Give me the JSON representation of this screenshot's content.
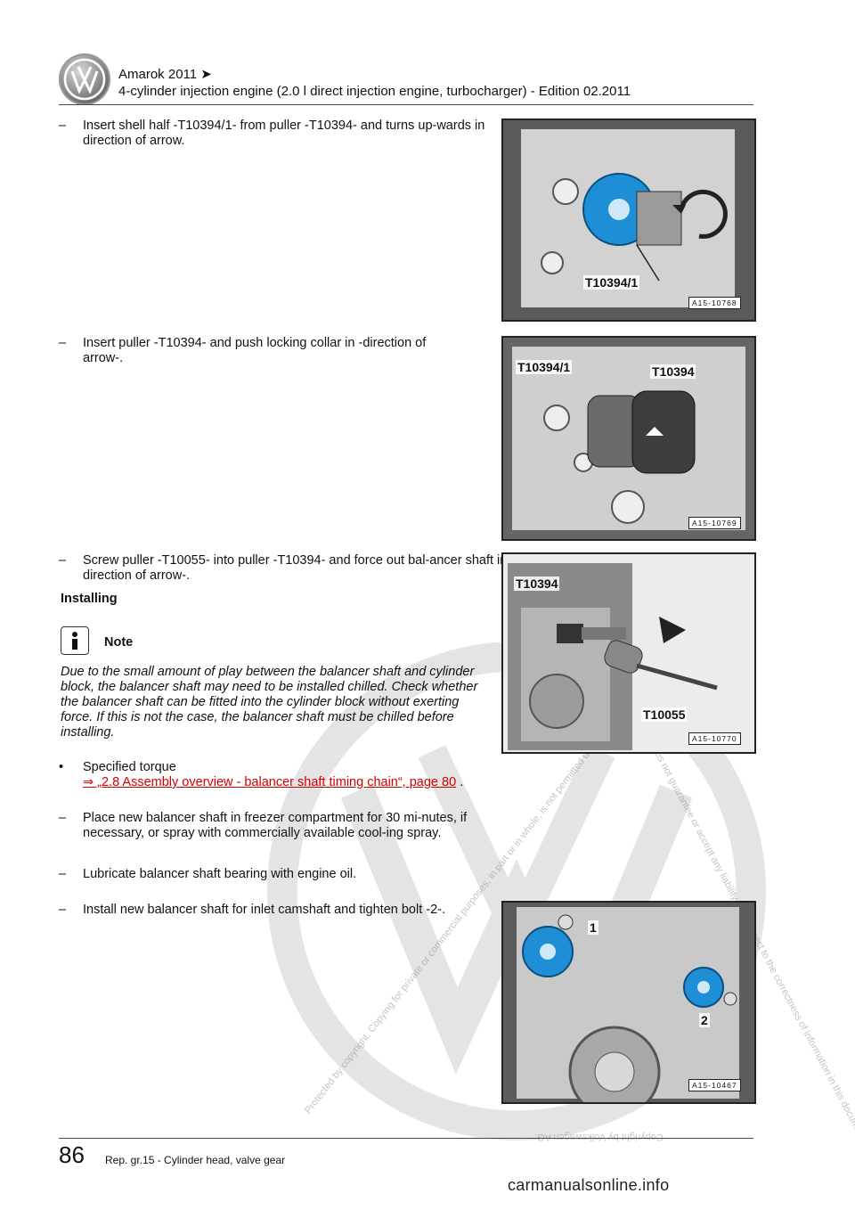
{
  "header": {
    "title": "Amarok 2011 ➤",
    "subtitle": "4-cylinder injection engine (2.0 l direct injection engine, turbocharger) - Edition 02.2011"
  },
  "steps": {
    "s1": "Insert shell half -T10394/1- from puller -T10394- and turns up-wards in direction of arrow.",
    "s2": "Insert puller -T10394- and push locking collar in -direction of arrow-.",
    "s3": "Screw puller -T10055- into puller -T10394- and force out bal-ancer shaft in -direction of arrow-.",
    "s4": "Place new balancer shaft in freezer compartment for 30 mi-nutes, if necessary, or spray with commercially available cool-ing spray.",
    "s5": "Lubricate balancer shaft bearing with engine oil.",
    "s6": "Install new balancer shaft for inlet camshaft and tighten bolt -2-.",
    "dash": "–",
    "bullet": "•"
  },
  "installing": "Installing",
  "note": {
    "label": "Note",
    "text": "Due to the small amount of play between the balancer shaft and cylinder block, the balancer shaft may need to be installed chilled. Check whether the balancer shaft can be fitted into the cylinder block without exerting force. If this is not the case, the balancer shaft must be chilled before installing."
  },
  "torque": {
    "label": "Specified torque",
    "link": "⇒ „2.8 Assembly overview - balancer shaft timing chain“, page 80",
    "after": "."
  },
  "figures": {
    "f1": {
      "code": "A15-10768",
      "callout1": "T10394/1"
    },
    "f2": {
      "code": "A15-10769",
      "callout1": "T10394/1",
      "callout2": "T10394"
    },
    "f3": {
      "code": "A15-10770",
      "callout1": "T10394",
      "callout2": "T10055"
    },
    "f4": {
      "code": "A15-10467",
      "callout1": "1",
      "callout2": "2"
    }
  },
  "footer": {
    "page": "86",
    "section": "Rep. gr.15 - Cylinder head, valve gear",
    "site": "carmanualsonline.info"
  },
  "watermark": {
    "line1": "Protected by copyright. Copying for private or commercial purposes, in part or in whole, is not permitted unless authorised by Volkswagen AG.",
    "line2": "Volkswagen AG does not guarantee or accept any liability with respect to the correctness of information in this document.",
    "line3": "Copyright by Volkswagen AG."
  },
  "colors": {
    "link": "#d10000",
    "gear_blue": "#1e8fd6"
  }
}
